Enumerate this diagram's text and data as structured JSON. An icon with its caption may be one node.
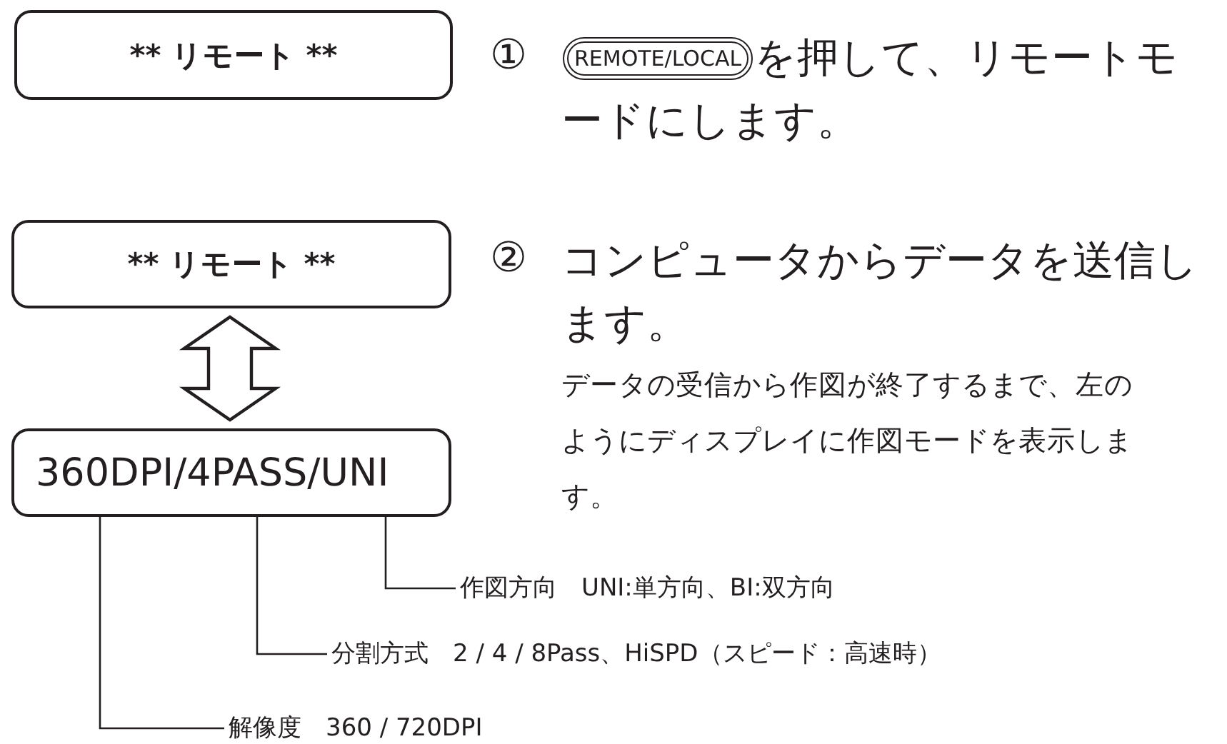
{
  "diagram": {
    "nodes": [
      {
        "text": [
          "** リモート **"
        ]
      },
      {
        "text": [
          "** リモート **"
        ]
      },
      {
        "text": [
          "360DPI/4PASS/UNI"
        ]
      },
      {
        "text": [
          "作図方向　UNI:単方向、BI:双方向"
        ]
      },
      {
        "text": [
          "分割方式　2 / 4 / 8Pass、HiSPD（スピード：高速時）"
        ]
      },
      {
        "text": [
          "解像度　360 / 720DPI"
        ]
      }
    ],
    "edges": [
      {
        "from": 1,
        "to": 2,
        "arrow": "both"
      },
      {
        "from": 3,
        "to": 2,
        "arrow": "none"
      },
      {
        "from": 4,
        "to": 2,
        "arrow": "none"
      },
      {
        "from": 5,
        "to": 2,
        "arrow": "none"
      }
    ],
    "labels": [
      "①",
      "REMOTE/LOCAL",
      "を押して、リモートモードにします。",
      "②",
      "コンピュータからデータを送信します。",
      "データの受信から作図が終了するまで、左のようにディスプレイに作図モードを表示します。"
    ]
  }
}
